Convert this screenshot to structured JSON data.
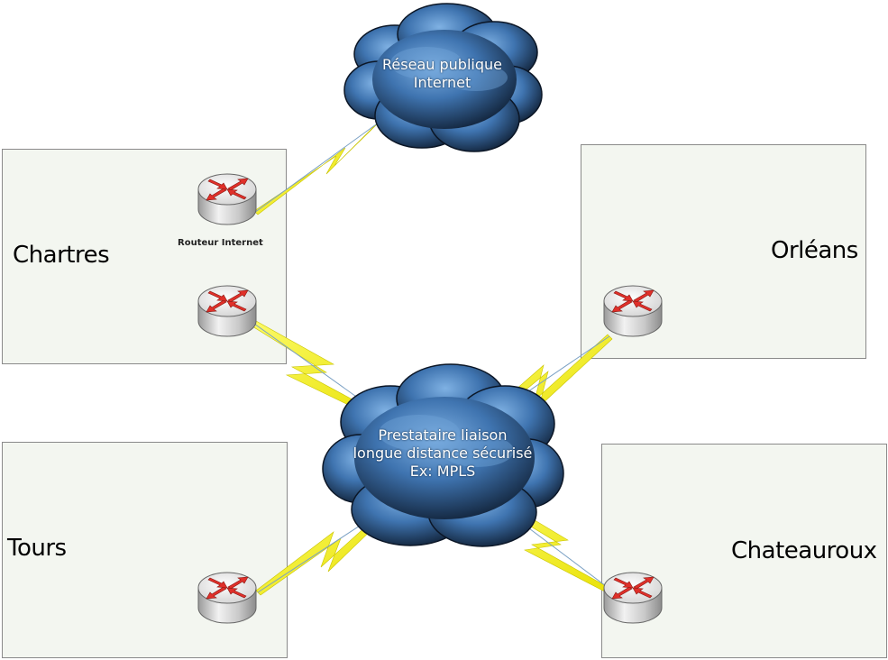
{
  "clouds": {
    "internet": {
      "line1": "Réseau publique",
      "line2": "Internet"
    },
    "mpls": {
      "line1": "Prestataire liaison",
      "line2": "longue distance sécurisé",
      "line3": "Ex: MPLS"
    }
  },
  "sites": {
    "chartres": {
      "name": "Chartres",
      "router_internet_label": "Routeur Internet"
    },
    "orleans": {
      "name": "Orléans"
    },
    "tours": {
      "name": "Tours"
    },
    "chateauroux": {
      "name": "Chateauroux"
    }
  },
  "colors": {
    "cloud_dark": "#0d1b2e",
    "cloud_light": "#4f86c4",
    "link_bolt": "#f4f000",
    "router_arrow": "#e0302a",
    "site_fill": "#f3f6f0"
  },
  "icons": {
    "router": "router-icon",
    "link": "lightning-bolt-icon",
    "cloud": "cloud-icon"
  }
}
